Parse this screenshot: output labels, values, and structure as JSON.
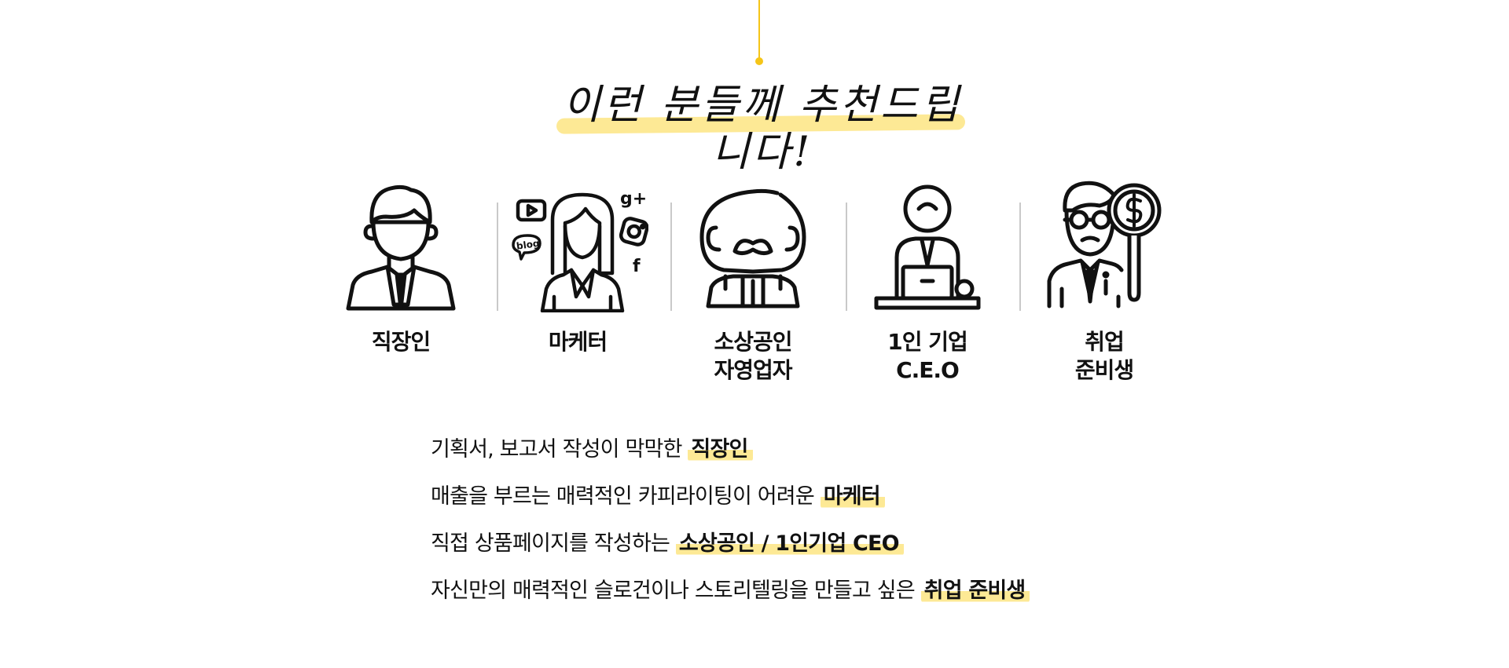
{
  "headline": "이런 분들께 추천드립니다!",
  "personas": [
    {
      "label": "직장인",
      "icon": "office-worker-icon"
    },
    {
      "label": "마케터",
      "icon": "marketer-icon"
    },
    {
      "label": "소상공인\n자영업자",
      "icon": "small-business-owner-icon"
    },
    {
      "label": "1인 기업\nC.E.O",
      "icon": "solo-ceo-icon"
    },
    {
      "label": "취업\n준비생",
      "icon": "job-seeker-icon"
    }
  ],
  "marketer_icon_text": {
    "gplus": "g+",
    "blog": "blog",
    "facebook": "f"
  },
  "descriptions": [
    {
      "text": "기획서, 보고서 작성이 막막한 ",
      "highlight": "직장인"
    },
    {
      "text": "매출을 부르는 매력적인 카피라이팅이 어려운 ",
      "highlight": "마케터"
    },
    {
      "text": "직접 상품페이지를 작성하는 ",
      "highlight": "소상공인 / 1인기업 CEO"
    },
    {
      "text": "자신만의 매력적인 슬로건이나 스토리텔링을 만들고 싶은 ",
      "highlight": "취업 준비생"
    }
  ],
  "colors": {
    "accent": "#f5c518",
    "highlight": "#fde995",
    "divider": "#c9c9c9",
    "text": "#111111"
  }
}
